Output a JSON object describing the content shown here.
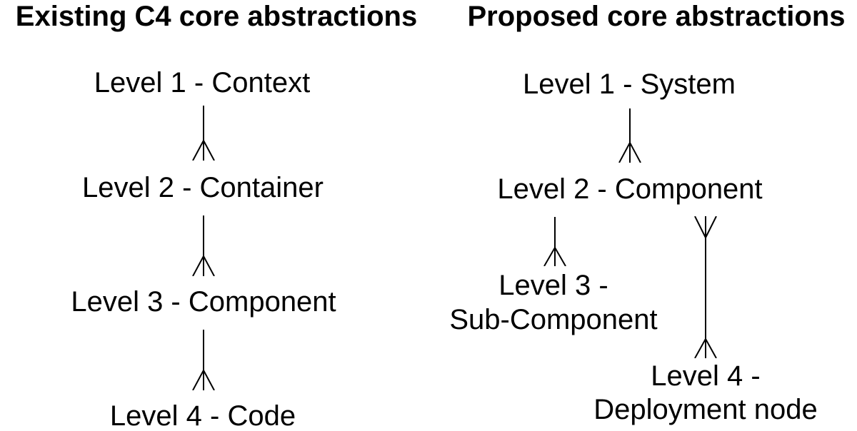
{
  "page": {
    "background_color": "#ffffff",
    "text_color": "#000000",
    "line_color": "#000000"
  },
  "panels": [
    {
      "id": "existing",
      "title": "Existing C4 core abstractions",
      "nodes": [
        {
          "label": "Level 1 - Context"
        },
        {
          "label": "Level 2 - Container"
        },
        {
          "label": "Level 3 - Component"
        },
        {
          "label": "Level 4 - Code"
        }
      ],
      "edges": [
        {
          "from": "Level 1 - Context",
          "to": "Level 2 - Container",
          "notation": "crow-foot",
          "cardinality": "one-to-many",
          "many_end": "to"
        },
        {
          "from": "Level 2 - Container",
          "to": "Level 3 - Component",
          "notation": "crow-foot",
          "cardinality": "one-to-many",
          "many_end": "to"
        },
        {
          "from": "Level 3 - Component",
          "to": "Level 4 - Code",
          "notation": "crow-foot",
          "cardinality": "one-to-many",
          "many_end": "to"
        }
      ]
    },
    {
      "id": "proposed",
      "title": "Proposed core abstractions",
      "nodes": [
        {
          "label": "Level 1 - System",
          "lines": [
            "Level 1 - System"
          ]
        },
        {
          "label": "Level 2 - Component",
          "lines": [
            "Level 2 - Component"
          ]
        },
        {
          "label": "Level 3 - Sub-Component",
          "lines": [
            "Level 3 -",
            "Sub-Component"
          ]
        },
        {
          "label": "Level 4 - Deployment node",
          "lines": [
            "Level 4 -",
            "Deployment node"
          ]
        }
      ],
      "edges": [
        {
          "from": "Level 1 - System",
          "to": "Level 2 - Component",
          "notation": "crow-foot",
          "cardinality": "one-to-many",
          "many_end": "to"
        },
        {
          "from": "Level 2 - Component",
          "to": "Level 3 - Sub-Component",
          "notation": "crow-foot",
          "cardinality": "one-to-many",
          "many_end": "to"
        },
        {
          "from": "Level 2 - Component",
          "to": "Level 4 - Deployment node",
          "notation": "crow-foot",
          "cardinality": "many-to-many",
          "many_end": "both"
        }
      ]
    }
  ],
  "connector_styles": {
    "one_to_many": "crow-foot at lower end only",
    "many_to_many": "crow-foot at both ends"
  }
}
